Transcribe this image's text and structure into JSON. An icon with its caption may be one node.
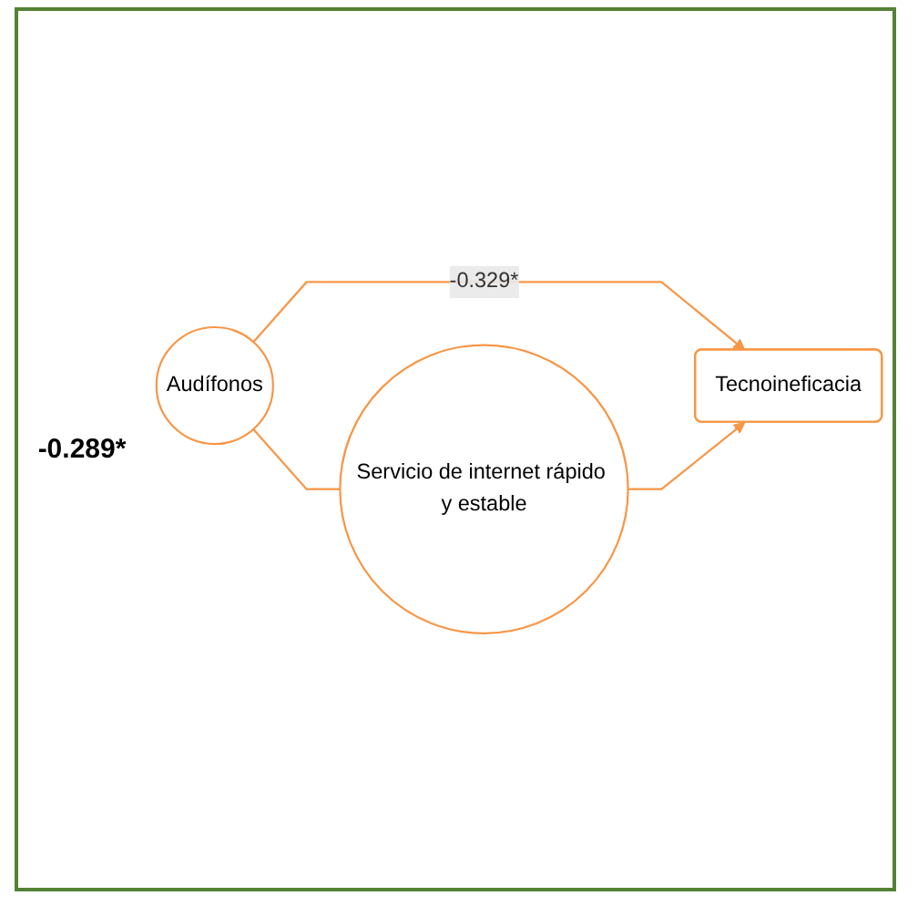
{
  "diagram": {
    "nodes": [
      {
        "text": [
          "Audífonos"
        ],
        "beside": [
          "-0.289*"
        ]
      },
      {
        "text": [
          "Servicio de internet rápido y estable"
        ]
      },
      {
        "text": [
          "Tecnoineficacia"
        ]
      }
    ],
    "edges": [
      {
        "from": 0,
        "to": 1,
        "arrow": "none"
      },
      {
        "from": 0,
        "to": 2,
        "arrow": "to",
        "label": "-0.329*"
      },
      {
        "from": 1,
        "to": 2,
        "arrow": "to"
      }
    ]
  }
}
